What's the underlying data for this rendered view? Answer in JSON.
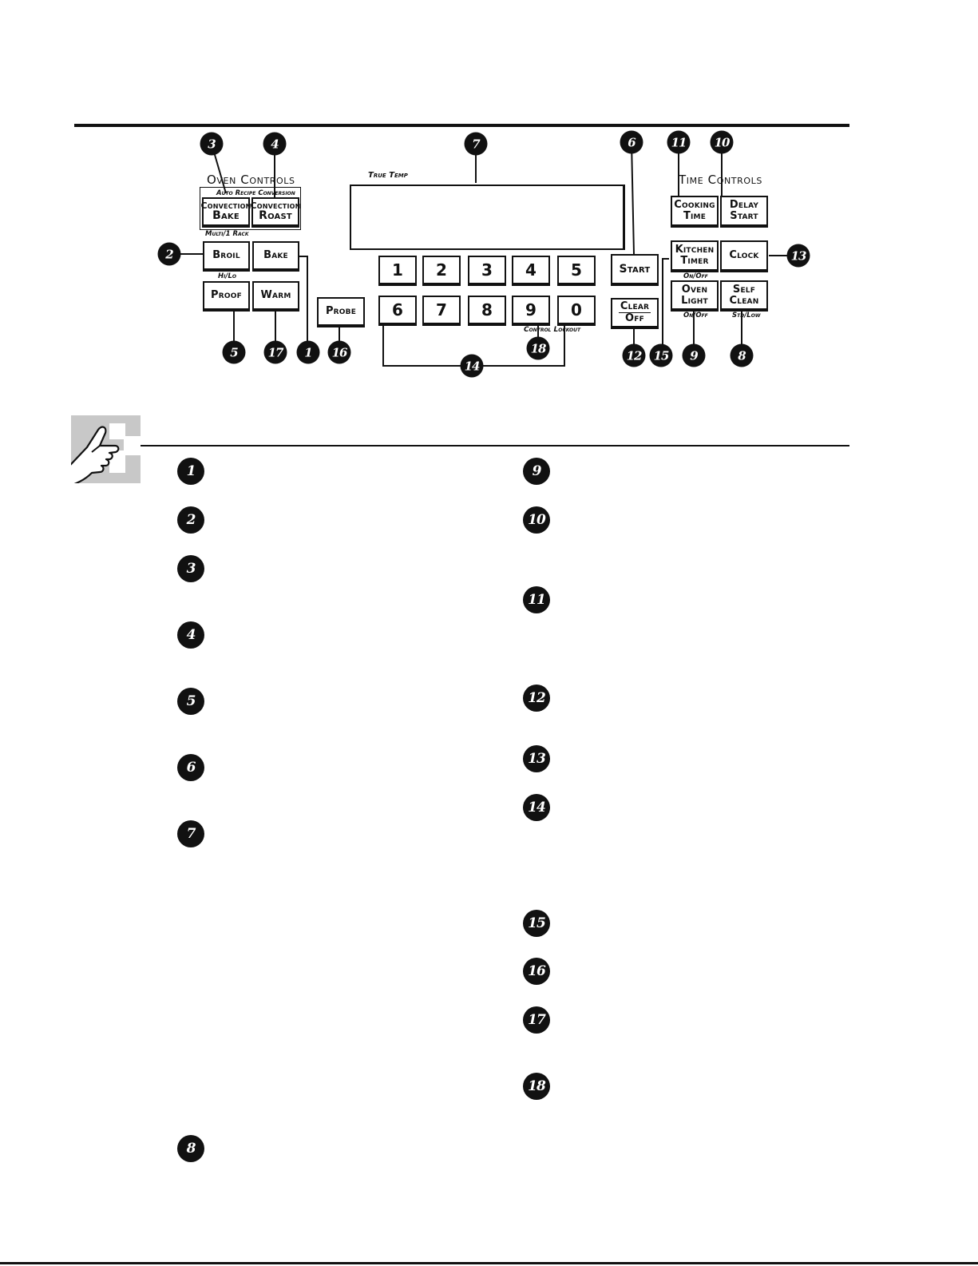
{
  "oven_controls": {
    "heading": "Oven Controls",
    "auto_recipe_label": "Auto Recipe Conversion",
    "multi_rack_label": "Multi/1 Rack",
    "hi_lo_label": "Hi/Lo",
    "convection_bake": {
      "line1": "Convection",
      "line2": "Bake"
    },
    "convection_roast": {
      "line1": "Convection",
      "line2": "Roast"
    },
    "broil": "Broil",
    "bake": "Bake",
    "proof": "Proof",
    "warm": "Warm",
    "probe": "Probe"
  },
  "display": {
    "true_temp_label": "True Temp"
  },
  "keypad": {
    "row1": [
      "1",
      "2",
      "3",
      "4",
      "5"
    ],
    "row2": [
      "6",
      "7",
      "8",
      "9",
      "0"
    ],
    "control_lockout_label": "Control Lockout"
  },
  "start": "Start",
  "clear_off": {
    "line1": "Clear",
    "line2": "Off"
  },
  "time_controls": {
    "heading": "Time Controls",
    "cooking_time": {
      "line1": "Cooking",
      "line2": "Time"
    },
    "delay_start": {
      "line1": "Delay",
      "line2": "Start"
    },
    "kitchen_timer": {
      "line1": "Kitchen",
      "line2": "Timer"
    },
    "clock": "Clock",
    "oven_light": {
      "line1": "Oven",
      "line2": "Light"
    },
    "self_clean": {
      "line1": "Self",
      "line2": "Clean"
    },
    "on_off_label": "On/Off",
    "light_on_off_label": "On/Off",
    "std_low_label": "Std/Low"
  },
  "diagram_badges": [
    "1",
    "2",
    "3",
    "4",
    "5",
    "6",
    "7",
    "8",
    "9",
    "10",
    "11",
    "12",
    "13",
    "14",
    "15",
    "16",
    "17",
    "18"
  ],
  "list_left": [
    "1",
    "2",
    "3",
    "4",
    "5",
    "6",
    "7",
    "8"
  ],
  "list_right": [
    "9",
    "10",
    "11",
    "12",
    "13",
    "14",
    "15",
    "16",
    "17",
    "18"
  ]
}
